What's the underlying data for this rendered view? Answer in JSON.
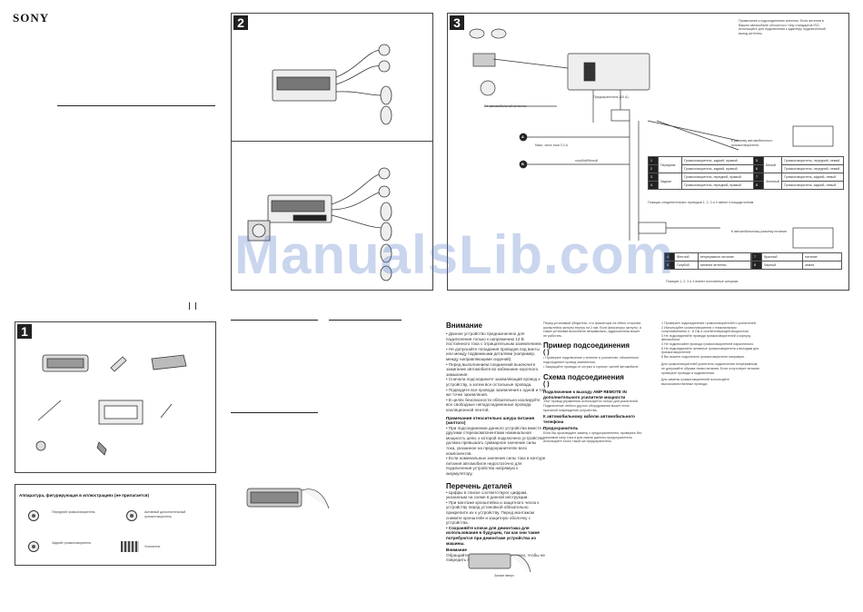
{
  "brand": "SONY",
  "watermark": "ManualsLib.com",
  "panels": {
    "p1": {
      "num": "1"
    },
    "p2": {
      "num": "2"
    },
    "p3": {
      "num": "3"
    }
  },
  "accessories": {
    "title": "Аппаратура, фигурирующая в иллюстрациях (не прилагается)",
    "items": [
      {
        "label": "Передний громкоговоритель"
      },
      {
        "label": "Активный дополнительный громкоговоритель"
      },
      {
        "label": "Задний громкоговоритель"
      },
      {
        "label": "Усилитель"
      }
    ]
  },
  "diagram3": {
    "note_top": "Примечания к подсоединению антенны. Если антенна в Вашем автомобиле относится к типу стандартов ISO, используйте для подключения к адаптеру подключенный выход антенны.",
    "label_fuse": "Предохранитель (10 А)",
    "label_antenna": "От автомобильной антенны",
    "label_max": "Макс. сила тока 0,3 А",
    "label_a": "A",
    "label_b": "B",
    "label_blue": "голубой/белый",
    "label_connector": "К разъему автомобильного громкоговорителя",
    "label_power": "К автомобильному разъему питания",
    "note_bottom": "Позиции 1, 2, 3 и 4 имеют постоянные штырьки.",
    "note_iso": "Позиции соединительных проводов 1, 2, 3 и 4 имеют площади клемм.",
    "speaker_table": {
      "rows": [
        {
          "num": "1",
          "group": "Передние",
          "desc": "Громкоговоритель, задний, правый"
        },
        {
          "num": "2",
          "group": "",
          "desc": "Громкоговоритель, задний, правый"
        },
        {
          "num": "3",
          "group": "Задние",
          "desc": "Громкоговоритель, передний, правый"
        },
        {
          "num": "4",
          "group": "",
          "desc": "Громкоговоритель, передний, правый"
        }
      ],
      "rows_right": [
        {
          "num": "5",
          "group": "Белый",
          "desc": "Громкоговоритель, передний, левый"
        },
        {
          "num": "6",
          "group": "",
          "desc": "Громкоговоритель, передний, левый"
        },
        {
          "num": "7",
          "group": "Зеленый",
          "desc": "Громкоговоритель, задний, левый"
        },
        {
          "num": "8",
          "group": "",
          "desc": "Громкоговоритель, задний, левый"
        }
      ]
    },
    "power_table": {
      "rows": [
        {
          "num": "4",
          "color": "Желтый",
          "desc": "непрерывное питание"
        },
        {
          "num": "5",
          "color": "Голубой",
          "desc": "питание антенны"
        }
      ],
      "rows_right": [
        {
          "num": "7",
          "color": "Красный",
          "desc": "питание"
        },
        {
          "num": "8",
          "color": "Черный",
          "desc": "земля"
        }
      ]
    }
  },
  "sections": {
    "warning_title": "Внимание",
    "warning_text": "• Данное устройство предназначено для подключения только к напряжению 12 В постоянного тока с отрицательным заземлением.\n• Не допускайте попадания проводов под винты или между подвижными деталями (например, между направляющими сидений).\n• Перед выполнением соединений выключите зажигание автомобиля во избежание короткого замыкания.\n• Сначала подсоедините заземляющий провод к устройству, а затем все остальные провода.\n• Подводите все провода заземления к одной и той же точке заземления.\n• В целях безопасности обязательно изолируйте все свободные неподсоединенные провода изоляционной лентой.",
    "bold_note": "• Подводите все провода заземления к одной и той же точке заземления.",
    "power_note_title": "Примечания относительно шнура питания (желтого)",
    "power_note_text": "• При подсоединении данного устройства вместе с другими стереокомпонентами номинальная мощность цепи, к которой подключено устройство, должна превышать суммарное значение силы тока, указанное на предохранителях всех компонентов.\n• Если номинальные значения силы тока в контуре питания автомобиля недостаточно для подключения устройства напрямую к аккумулятору.",
    "parts_title": "Перечень деталей",
    "parts_text": "• Цифры в списке соответствуют цифрам, указанным на схеме в данной инструкции.\n• При монтаже кронштейна и защитного чехла к устройству перед установкой обязательно прикрепите их к устройству. Перед монтажом снимите кронштейн и защитную оболочку с устройства.",
    "parts_bold": "• Сохраняйте ключи для демонтажа для использования в будущем, так как они также потребуются при демонтаже устройства из машины.",
    "caution_title": "Внимание",
    "caution_text": "Обращайтесь с кронштейном осторожно, чтобы не повредить пальцы.",
    "label_claw": "Захват вверх",
    "middle_text": "Перед установкой убедитесь, что фиксаторы на обеих сторонах кронштейна загнуты внутрь на 2 мм. Если фиксаторы загнуты, а также установка выполнена неправильно, аудиосистема может не работать.",
    "example_title": "Пример подсоединения",
    "example_paren": "( )",
    "example_text": "• Проверьте подключение к антенне и усилителю, обязательно подсоедините провод заземления.\n• Защищайте провода от острых и горячих частей автомобиля.",
    "schema_title": "Схема подсоединения",
    "schema_paren": "( )",
    "amp_title": "Подключение к выходу AMP REMOTE IN дополнительного усилителя мощности",
    "amp_text": "Этот провод управления используется только для усилителей. Подключение любого другого оборудования может стать причиной повреждения устройства.",
    "phone_title": "К автомобильному кабелю автомобильного телефона",
    "fuse_title": "Предохранитель",
    "fuse_text": "Если Вы производите замену с предохранителем, проверьте без разъемов силу тока и для смены данного предохранителя используйте точно такой же предохранитель.",
    "right_col_text": "1 Проверьте подсоединение громкоговорителей и усилителей.\n2 Используйте громкоговорители с номинальным сопротивлением 4 - 8 Ом и соответствующей мощностью.\n3 Не подсоединяйте провода громкоговорителей к корпусу автомобиля.\n4 Не подключайте провода громкоговорителей параллельно.\n5 Не подсоединяйте активные громкоговорители к выходам для громкоговорителей.\n6 Вы можете подключить громкоговорители напрямую.",
    "right_col_text2": "Для громкоговорителей усилитель подключения непрерывным, не допускайте обрыва линии питания. Если отсутствует питание, проверьте провода и подключения.",
    "bottom_right_note": "Для замены громкоговорителей используйте высококачественные провода."
  }
}
